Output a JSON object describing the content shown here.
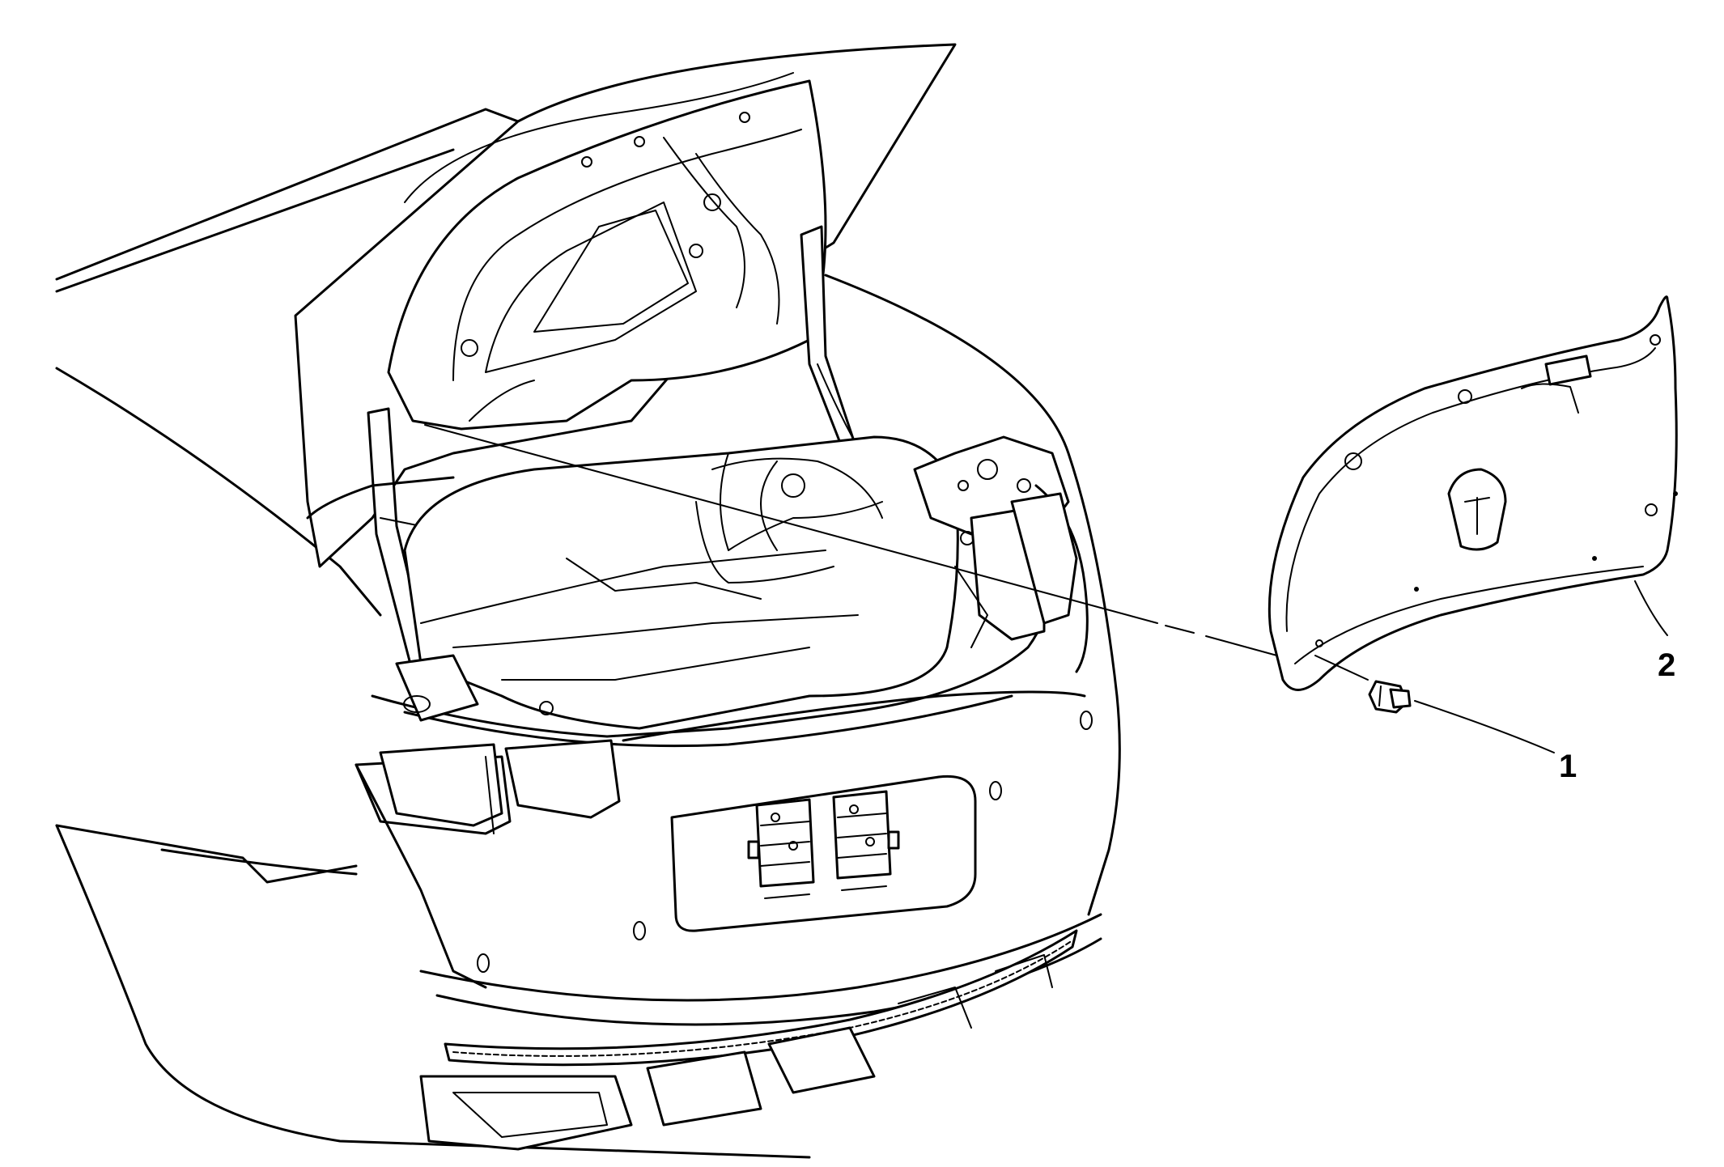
{
  "callouts": [
    {
      "number": "1",
      "part": "fastener"
    },
    {
      "number": "2",
      "part": "trim-panel"
    }
  ]
}
